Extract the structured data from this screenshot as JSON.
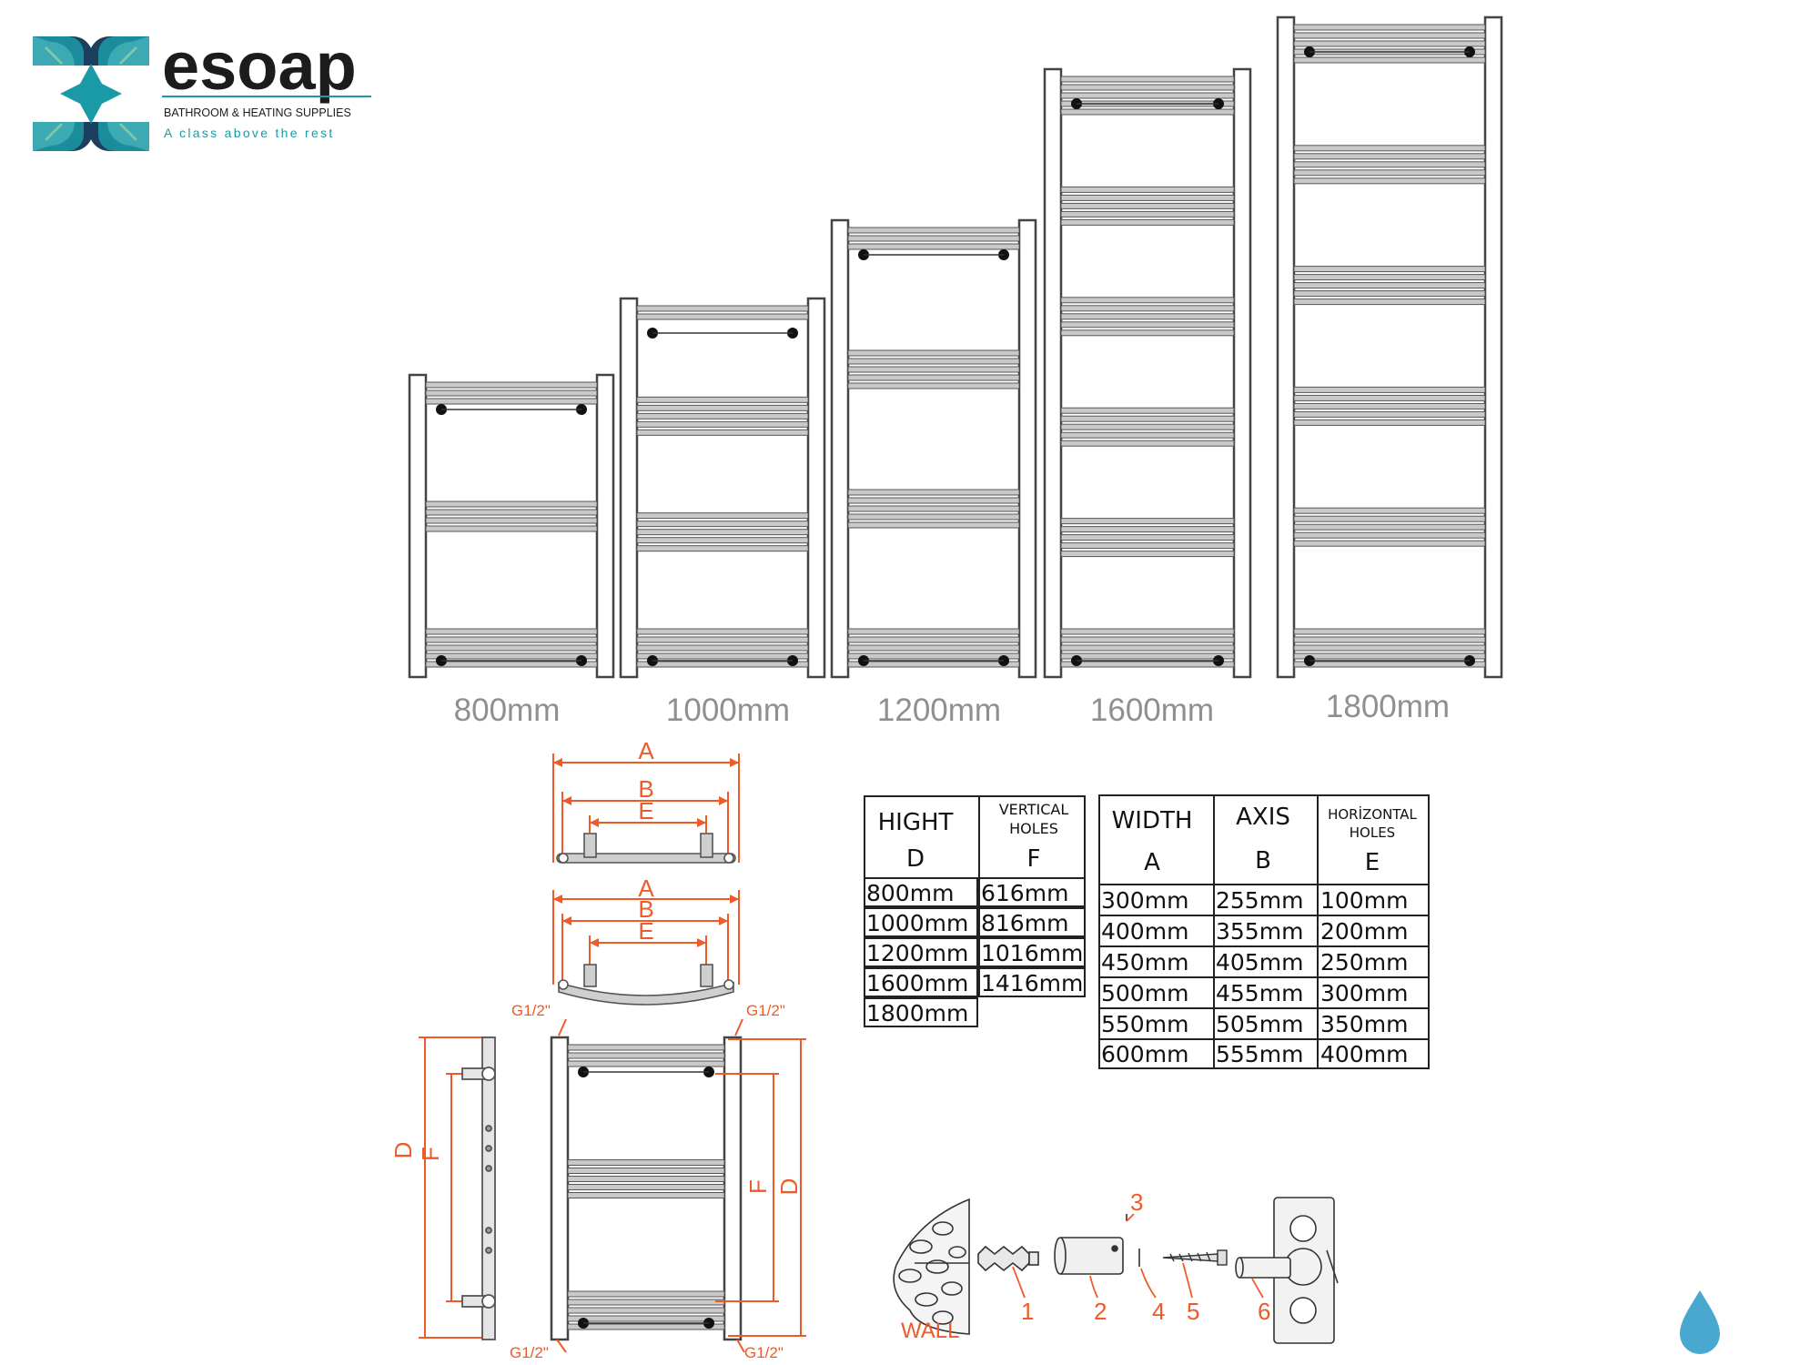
{
  "brand": {
    "name": "esoap",
    "tagline": "BATHROOM & HEATING SUPPLIES",
    "slogan": "A class above the rest",
    "colors": {
      "teal": "#1a9aa6",
      "navy": "#1c3f5e",
      "green": "#7cc8a8",
      "drop": "#4aa8d0"
    }
  },
  "radiators": [
    {
      "label": "800mm",
      "rung_groups": [
        3,
        4,
        5
      ]
    },
    {
      "label": "1000mm",
      "rung_groups": [
        2,
        5,
        5,
        5
      ]
    },
    {
      "label": "1200mm",
      "rung_groups": [
        3,
        5,
        5,
        5
      ]
    },
    {
      "label": "1600mm",
      "rung_groups": [
        5,
        5,
        5,
        5,
        5,
        5
      ]
    },
    {
      "label": "1800mm",
      "rung_groups": [
        5,
        5,
        5,
        5,
        5,
        5
      ]
    }
  ],
  "dimensions": {
    "a": "A",
    "b": "B",
    "e": "E",
    "d": "D",
    "f": "F",
    "thread": "G1/2\""
  },
  "fixing": {
    "wall": "WALL",
    "parts": [
      "1",
      "2",
      "3",
      "4",
      "5",
      "6"
    ]
  },
  "table_height": {
    "col1_title": "HIGHT",
    "col1_letter": "D",
    "col2_title_1": "VERTICAL",
    "col2_title_2": "HOLES",
    "col2_letter": "F",
    "rows": [
      [
        "800mm",
        "616mm"
      ],
      [
        "1000mm",
        "816mm"
      ],
      [
        "1200mm",
        "1016mm"
      ],
      [
        "1600mm",
        "1416mm"
      ],
      [
        "1800mm",
        ""
      ]
    ]
  },
  "table_width": {
    "col1_title": "WIDTH",
    "col1_letter": "A",
    "col2_title": "AXIS",
    "col2_letter": "B",
    "col3_title_1": "HORİZONTAL",
    "col3_title_2": "HOLES",
    "col3_letter": "E",
    "rows": [
      [
        "300mm",
        "255mm",
        "100mm"
      ],
      [
        "400mm",
        "355mm",
        "200mm"
      ],
      [
        "450mm",
        "405mm",
        "250mm"
      ],
      [
        "500mm",
        "455mm",
        "300mm"
      ],
      [
        "550mm",
        "505mm",
        "350mm"
      ],
      [
        "600mm",
        "555mm",
        "400mm"
      ]
    ]
  }
}
